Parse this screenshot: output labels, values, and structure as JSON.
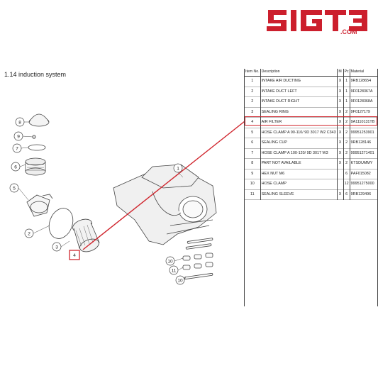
{
  "brand": {
    "logo_text": "SIGT3",
    "domain": ".COM",
    "color": "#cc1f2d"
  },
  "section_title": "1.14  induction system",
  "table": {
    "headers": {
      "num": "Item No.",
      "description": "Description",
      "m": "M",
      "pc": "Pc",
      "material": "Material"
    },
    "rows": [
      {
        "num": "1",
        "description": "INTAKE AIR DUCTING",
        "m": "X",
        "pc": "1",
        "material": "9RB128654"
      },
      {
        "num": "2",
        "description": "INTAKE DUCT LEFT",
        "m": "X",
        "pc": "1",
        "material": "9F0128367A"
      },
      {
        "num": "2",
        "description": "INTAKE DUCT RIGHT",
        "m": "X",
        "pc": "1",
        "material": "9F0128368A"
      },
      {
        "num": "3",
        "description": "SEALING RING",
        "m": "X",
        "pc": "2",
        "material": "9F0127179"
      },
      {
        "num": "4",
        "description": "AIR FILTER",
        "m": "X",
        "pc": "2",
        "material": "9A1110131TB"
      },
      {
        "num": "5",
        "description": "HOSE CLAMP A 90-110/ 9D 3017 W2 C343",
        "m": "X",
        "pc": "2",
        "material": "99951253901"
      },
      {
        "num": "6",
        "description": "SEALING CUP",
        "m": "X",
        "pc": "2",
        "material": "9RB128146"
      },
      {
        "num": "7",
        "description": "HOSE CLAMP A 100-120/ 9D 3017 W3",
        "m": "X",
        "pc": "2",
        "material": "99951271401"
      },
      {
        "num": "8",
        "description": "PART NOT AVAILABLE",
        "m": "X",
        "pc": "2",
        "material": "KTSDUMMY"
      },
      {
        "num": "9",
        "description": "HEX NUT M6",
        "m": "",
        "pc": "6",
        "material": "PAF015082"
      },
      {
        "num": "10",
        "description": "HOSE CLAMP",
        "m": "",
        "pc": "12",
        "material": "99951275000"
      },
      {
        "num": "11",
        "description": "SEALING SLEEVE",
        "m": "X",
        "pc": "6",
        "material": "9RB129496"
      }
    ]
  },
  "callouts": {
    "c1": "1",
    "c2": "2",
    "c3": "3",
    "c4": "4",
    "c5": "5",
    "c6": "6",
    "c7": "7",
    "c8": "8",
    "c9": "9",
    "c10a": "10",
    "c10b": "10",
    "c11": "11"
  },
  "colors": {
    "highlight": "#d0262e",
    "line": "#444444",
    "part": "#e8e8e8"
  },
  "highlighted_item": "4"
}
